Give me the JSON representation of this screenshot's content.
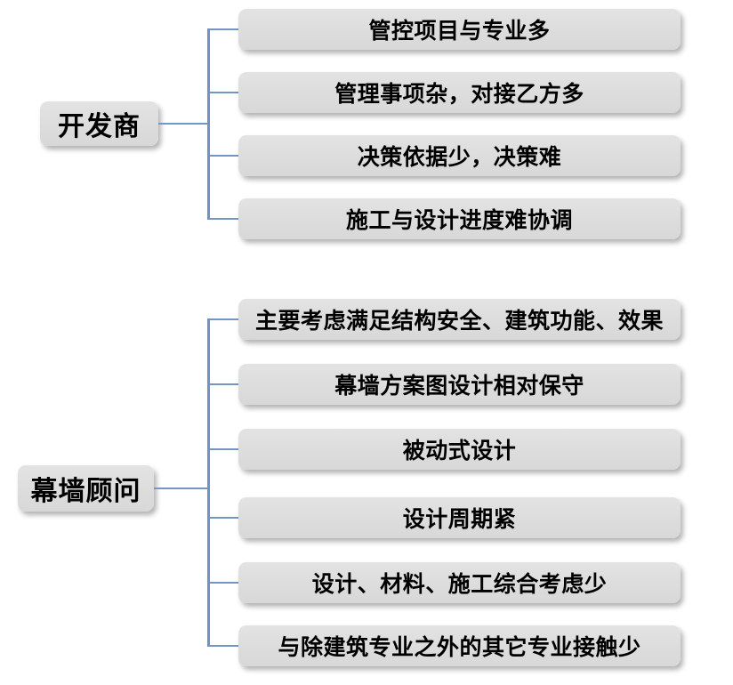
{
  "diagram": {
    "title": "project stakeholder issues mind map",
    "colors": {
      "background": "#FFFFFF",
      "box_fill": "#DEDEDE",
      "connector_line": "#6E93C4",
      "text": "#000000"
    },
    "groups": [
      {
        "label": "开发商",
        "items": [
          "管控项目与专业多",
          "管理事项杂，对接乙方多",
          "决策依据少，决策难",
          "施工与设计进度难协调"
        ]
      },
      {
        "label": "幕墙顾问",
        "items": [
          "主要考虑满足结构安全、建筑功能、效果",
          "幕墙方案图设计相对保守",
          "被动式设计",
          "设计周期紧",
          "设计、材料、施工综合考虑少",
          "与除建筑专业之外的其它专业接触少"
        ]
      }
    ]
  }
}
